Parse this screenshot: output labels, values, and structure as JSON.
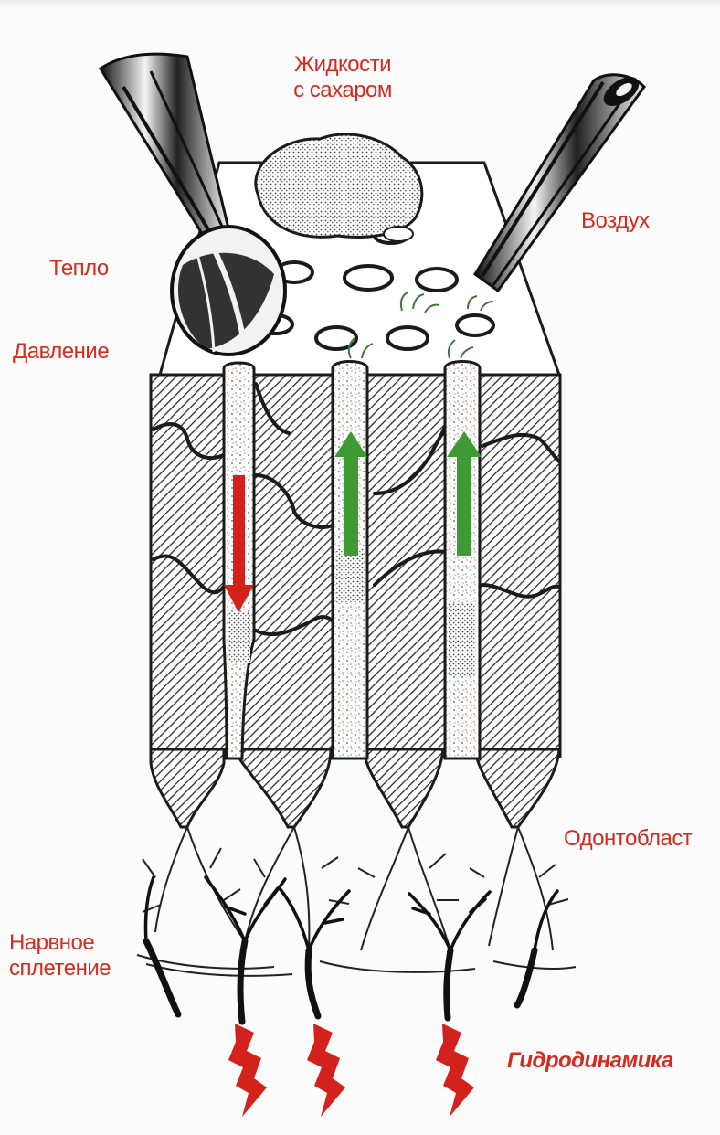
{
  "labels": {
    "liquids_line1": "Жидкости",
    "liquids_line2": "с сахаром",
    "air": "Воздух",
    "heat": "Тепло",
    "pressure": "Давление",
    "odontoblast": "Одонтобласт",
    "plexus_line1": "Нарвное",
    "plexus_line2": "сплетение",
    "hydrodynamics": "Гидродинамика"
  },
  "colors": {
    "label_red": "#d42a1f",
    "arrow_red": "#d3221b",
    "arrow_green": "#3f9a33",
    "line_dark": "#1b1b1b"
  },
  "arrows": {
    "red_direction": "down",
    "green_direction": "up",
    "green_count": 2
  }
}
